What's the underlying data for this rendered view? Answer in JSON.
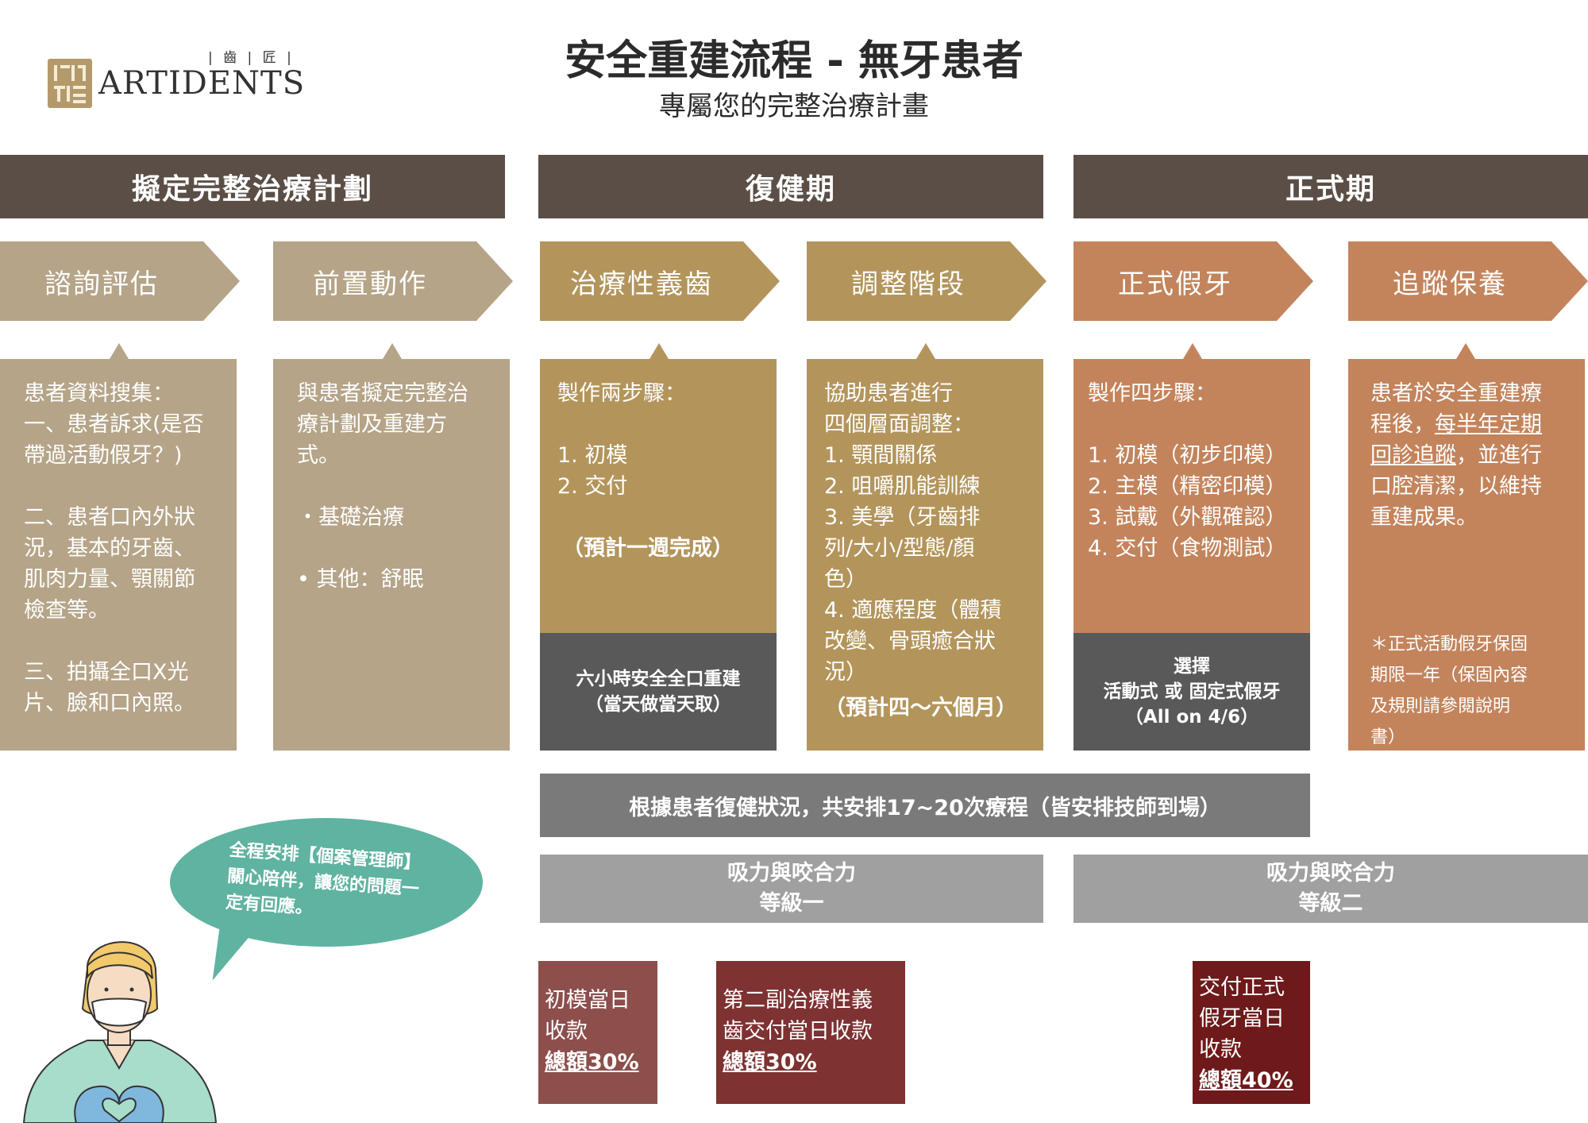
{
  "logo": {
    "cn": "| 齒 | 匠 |",
    "en": "ARTIDENTS"
  },
  "title": "安全重建流程 - 無牙患者",
  "subtitle": "專屬您的完整治療計畫",
  "phases": [
    {
      "label": "擬定完整治療計劃"
    },
    {
      "label": "復健期"
    },
    {
      "label": "正式期"
    }
  ],
  "steps": [
    {
      "label": "諮詢評估",
      "color": "#b5a488"
    },
    {
      "label": "前置動作",
      "color": "#b5a488"
    },
    {
      "label": "治療性義齒",
      "color": "#b3955c"
    },
    {
      "label": "調整階段",
      "color": "#b3955c"
    },
    {
      "label": "正式假牙",
      "color": "#c3845c"
    },
    {
      "label": "追蹤保養",
      "color": "#c3845c"
    }
  ],
  "cards": [
    {
      "lines": [
        "患者資料搜集：",
        "一、患者訴求(是否",
        "帶過活動假牙？)",
        "",
        "二、患者口內外狀",
        "況，基本的牙齒、",
        "肌肉力量、顎關節",
        "檢查等。",
        "",
        "三、拍攝全口X光",
        "片、臉和口內照。"
      ]
    },
    {
      "lines": [
        "與患者擬定完整治",
        "療計劃及重建方",
        "式。",
        "",
        "・基礎治療",
        "",
        "• 其他：舒眠"
      ]
    },
    {
      "lines": [
        "製作兩步驟：",
        "",
        "1. 初模",
        "2. 交付",
        "",
        "（預計一週完成）"
      ],
      "bottom": [
        "六小時安全全口重建",
        "（當天做當天取）"
      ]
    },
    {
      "lines": [
        "協助患者進行",
        "四個層面調整：",
        "1. 顎間關係",
        "2. 咀嚼肌能訓練",
        "3. 美學（牙齒排",
        "列/大小/型態/顏",
        "色）",
        "4. 適應程度（體積",
        "改變、骨頭癒合狀",
        "況）",
        "（預計四～六個月）"
      ]
    },
    {
      "lines": [
        "製作四步驟：",
        "",
        "1. 初模（初步印模）",
        "2. 主模（精密印模）",
        "3. 試戴（外觀確認）",
        "4. 交付（食物測試）"
      ],
      "bottom": [
        "選擇",
        "活動式 或 固定式假牙",
        "（All on 4/6）"
      ]
    },
    {
      "lines": [
        "患者於安全重建療",
        "程後，每半年定期",
        "回診追蹤，並進行",
        "口腔清潔，以維持",
        "重建成果。"
      ],
      "note": [
        "＊正式活動假牙保固",
        "期限一年（保固內容",
        "及規則請參閱說明",
        "書）"
      ]
    }
  ],
  "session_bar": "根據患者復健狀況，共安排17~20次療程（皆安排技師到場）",
  "levels": [
    {
      "line1": "吸力與咬合力",
      "line2": "等級一"
    },
    {
      "line1": "吸力與咬合力",
      "line2": "等級二"
    }
  ],
  "payments": [
    {
      "lines": [
        "初模當日",
        "收款"
      ],
      "pct": "總額30%",
      "color": "#8c4f4c"
    },
    {
      "lines": [
        "第二副治療性義",
        "齒交付當日收款"
      ],
      "pct": "總額30%",
      "color": "#7e3232"
    },
    {
      "lines": [
        "交付正式",
        "假牙當日",
        "收款"
      ],
      "pct": "總額40%",
      "color": "#6e1a1a"
    }
  ],
  "bubble": {
    "lines": [
      "全程安排【個案管理師】",
      "關心陪伴，讓您的問題一",
      "定有回應。"
    ]
  }
}
